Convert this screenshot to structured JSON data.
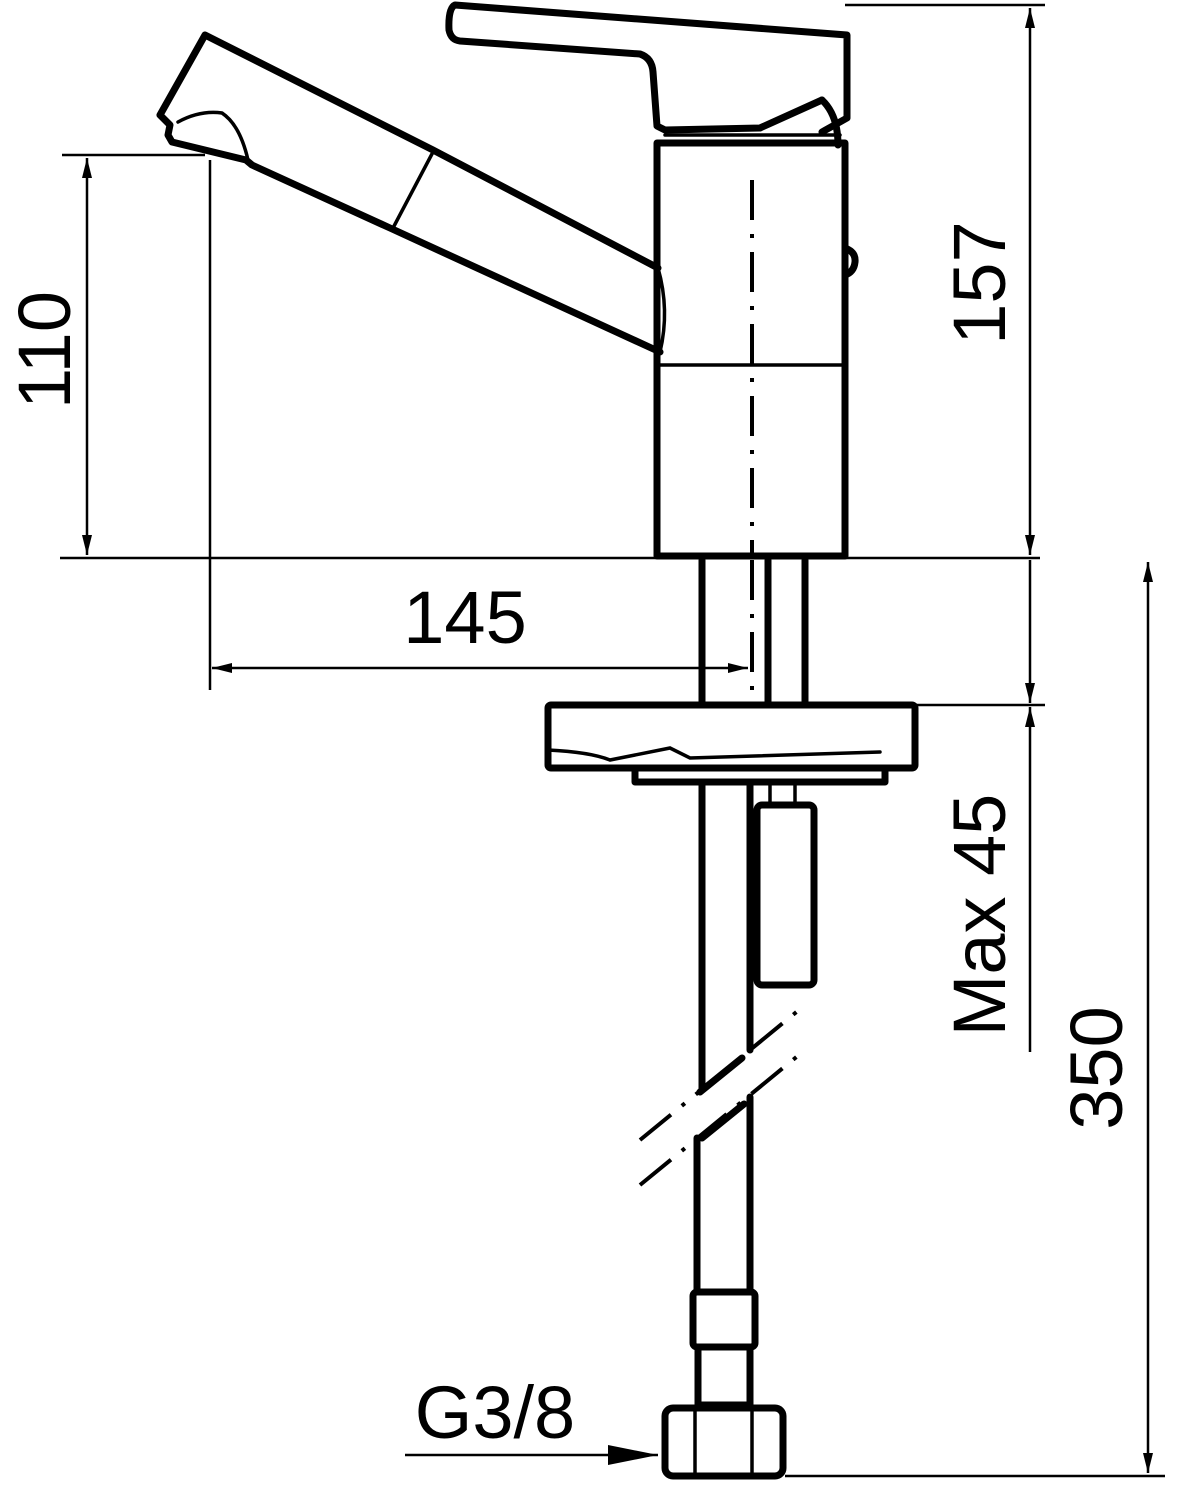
{
  "title": "Kitchen faucet dimension drawing",
  "dimensions": {
    "spout_height": "110",
    "total_height": "157",
    "spout_reach": "145",
    "max_deck_thickness": "Max 45",
    "hose_length": "350",
    "connection_thread": "G3/8"
  },
  "colors": {
    "line": "#000000",
    "background": "#ffffff"
  }
}
